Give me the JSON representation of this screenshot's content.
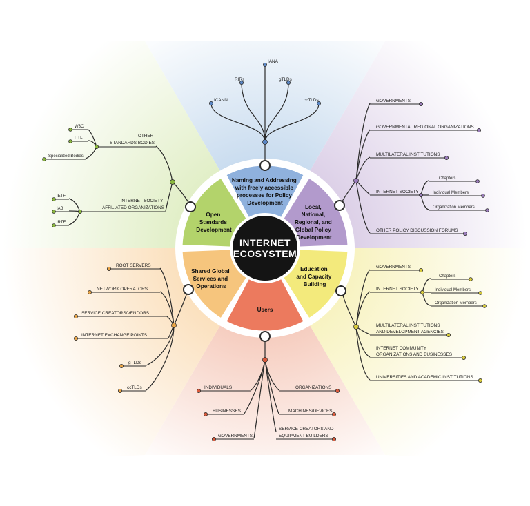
{
  "center": {
    "line1": "INTERNET",
    "line2": "ECOSYSTEM"
  },
  "colors": {
    "naming": "#8fb1dd",
    "policy": "#b29acc",
    "education": "#f3ea7c",
    "users": "#ec7a5e",
    "shared": "#f6c57d",
    "standards": "#b3d36b",
    "center": "#141414"
  },
  "segments": {
    "naming": [
      "Naming and Addressing",
      "with freely accessible",
      "processes for Policy",
      "Development"
    ],
    "policy": [
      "Local,",
      "National,",
      "Regional, and",
      "Global Policy",
      "Development"
    ],
    "education": [
      "Education",
      "and Capacity",
      "Building"
    ],
    "users": [
      "Users"
    ],
    "shared": [
      "Shared Global",
      "Services and",
      "Operations"
    ],
    "standards": [
      "Open",
      "Standards",
      "Development"
    ]
  },
  "naming_leaves": [
    "ICANN",
    "RIRs",
    "IANA",
    "gTLDs",
    "ccTLDs"
  ],
  "policy_leaves": {
    "governments": "GOVERNMENTS",
    "regional": "GOVERNMENTAL REGIONAL ORGANIZATIONS",
    "multilateral": "MULTILATERAL INSTITUTIONS",
    "isoc": "INTERNET SOCIETY",
    "isoc_sub": [
      "Chapters",
      "Individual Members",
      "Organization Members"
    ],
    "forums": "OTHER POLICY DISCUSSION FORUMS"
  },
  "education_leaves": {
    "governments": "GOVERNMENTS",
    "isoc": "INTERNET SOCIETY",
    "isoc_sub": [
      "Chapters",
      "Individual Members",
      "Organization Members"
    ],
    "multilateral": [
      "MULTILATERAL INSTITUTIONS",
      "AND DEVELOPMENT AGENCIES"
    ],
    "community": [
      "INTERNET COMMUNITY",
      "ORGANIZATIONS AND BUSINESSES"
    ],
    "universities": "UNIVERSITIES AND ACADEMIC INSTITUTIONS"
  },
  "users_leaves": {
    "individuals": "INDIVIDUALS",
    "businesses": "BUSINESSES",
    "governments": "GOVERNMENTS",
    "organizations": "ORGANIZATIONS",
    "machines": "MACHINES/DEVICES",
    "creators": [
      "SERVICE CREATORS AND",
      "EQUIPMENT BUILDERS"
    ]
  },
  "shared_leaves": [
    "ROOT SERVERS",
    "NETWORK OPERATORS",
    "SERVICE CREATORS/VENDORS",
    "INTERNET EXCHANGE POINTS",
    "gTLDs",
    "ccTLDs"
  ],
  "standards_leaves": {
    "other": [
      "OTHER",
      "STANDARDS BODIES"
    ],
    "other_sub": [
      "W3C",
      "ITU-T",
      "Specialized Bodies"
    ],
    "isoc": [
      "INTERNET SOCIETY",
      "AFFILIATED ORGANIZATIONS"
    ],
    "isoc_sub": [
      "IETF",
      "IAB",
      "IRTF"
    ]
  }
}
